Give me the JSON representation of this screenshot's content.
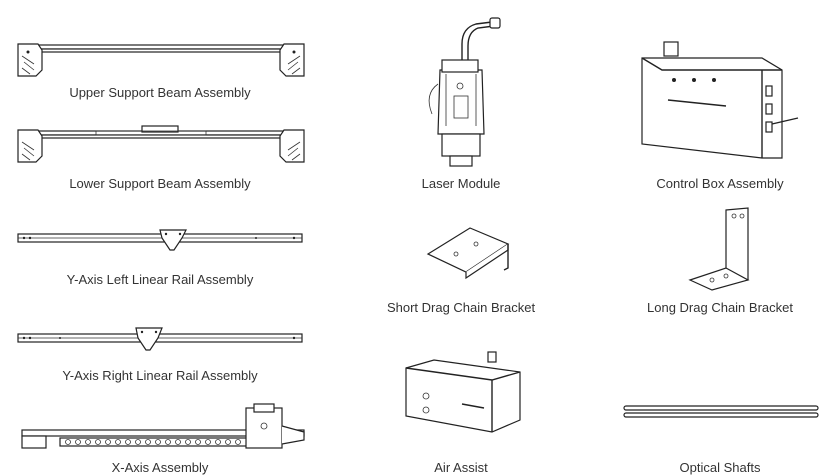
{
  "colors": {
    "line": "#222222",
    "label": "#333333",
    "background": "#ffffff"
  },
  "parts": {
    "upper_beam": {
      "label": "Upper Support Beam Assembly"
    },
    "lower_beam": {
      "label": "Lower Support Beam Assembly"
    },
    "y_left": {
      "label": "Y-Axis Left Linear Rail Assembly"
    },
    "y_right": {
      "label": "Y-Axis Right Linear Rail Assembly"
    },
    "x_axis": {
      "label": "X-Axis Assembly"
    },
    "laser": {
      "label": "Laser Module"
    },
    "short_bracket": {
      "label": "Short Drag Chain Bracket"
    },
    "air_assist": {
      "label": "Air Assist"
    },
    "control_box": {
      "label": "Control Box Assembly"
    },
    "long_bracket": {
      "label": "Long Drag Chain Bracket"
    },
    "shafts": {
      "label": "Optical Shafts"
    }
  }
}
